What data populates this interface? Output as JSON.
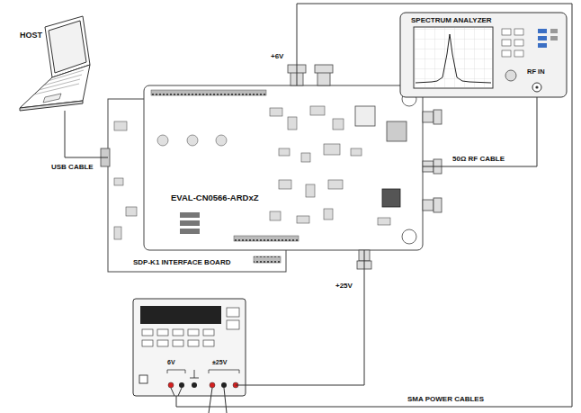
{
  "diagram": {
    "nodes": [
      {
        "text": [
          "HOST"
        ]
      },
      {
        "text": [
          "SDP-K1 INTERFACE BOARD"
        ]
      },
      {
        "text": [
          "EVAL-CN0566-ARDxZ"
        ]
      },
      {
        "text": [
          "SPECTRUM ANALYZER",
          "RF IN"
        ]
      },
      {
        "text": [
          "6V",
          "±25V"
        ]
      }
    ],
    "edges": [
      {
        "from": 0,
        "to": 1,
        "label": "USB CABLE",
        "arrow": "none"
      },
      {
        "from": 2,
        "to": 3,
        "label": "50Ω RF CABLE",
        "arrow": "none"
      },
      {
        "from": 4,
        "to": 2,
        "label": "+6V",
        "arrow": "none"
      },
      {
        "from": 4,
        "to": 2,
        "label": "+25V",
        "arrow": "none"
      }
    ],
    "labels": [
      "SMA POWER CABLES"
    ]
  }
}
